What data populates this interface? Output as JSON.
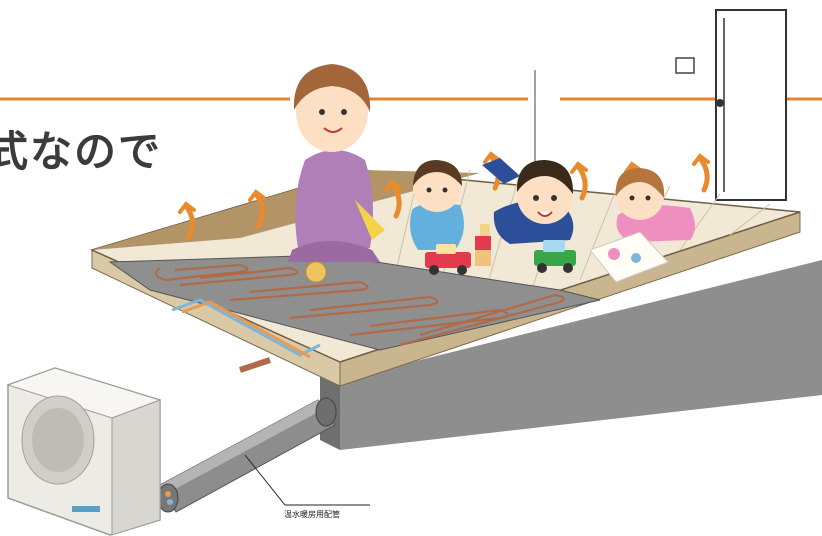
{
  "headline": {
    "text": "式なので"
  },
  "callout": {
    "pipe_label": "温水暖房用配管"
  },
  "colors": {
    "accent_line": "#e8822a",
    "heat_arrow": "#e98a2c",
    "floor_wood": "#f1e8d6",
    "foundation": "#8a8a8a",
    "heating_pipe": "#b06a48"
  },
  "icons": [
    "heat-arrow-icon",
    "outdoor-unit",
    "pipe",
    "door",
    "light-switch"
  ]
}
